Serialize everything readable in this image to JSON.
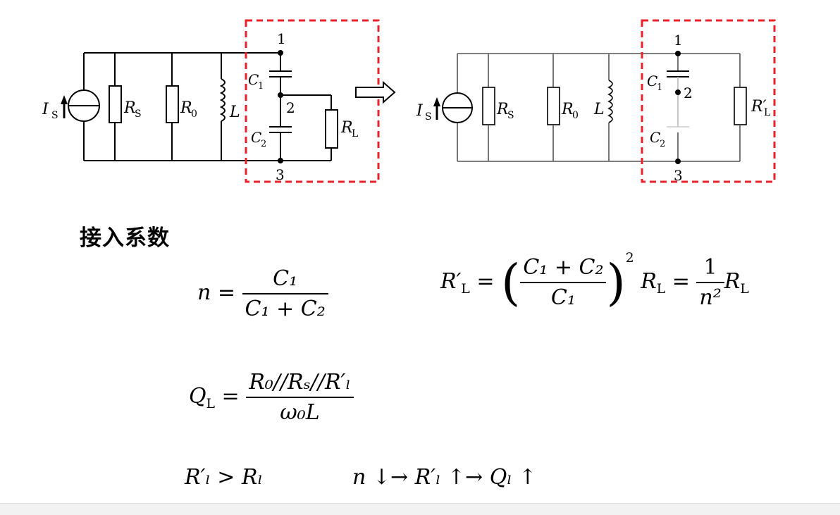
{
  "heading": "接入系数",
  "node_labels": {
    "n1": "1",
    "n2": "2",
    "n3": "3"
  },
  "left_circuit": {
    "source": "I",
    "source_sub": "S",
    "rs": "R",
    "rs_sub": "S",
    "r0": "R",
    "r0_sub": "0",
    "inductor": "L",
    "c1": "C",
    "c1_sub": "1",
    "c2": "C",
    "c2_sub": "2",
    "rl": "R",
    "rl_sub": "L"
  },
  "right_circuit": {
    "source": "I",
    "source_sub": "S",
    "rs": "R",
    "rs_sub": "S",
    "r0": "R",
    "r0_sub": "0",
    "inductor": "L",
    "c1": "C",
    "c1_sub": "1",
    "c2": "C",
    "c2_sub": "2",
    "rl": "R′",
    "rl_sub": "L"
  },
  "colors": {
    "dashed_box": "#e8212b",
    "wire": "#000000",
    "faint_wire": "#8a8a8a"
  },
  "formulas": {
    "n_lhs": "n =",
    "n_num": "C₁",
    "n_den": "C₁ + C₂",
    "rl_lhs": "R′ₗ =",
    "rl_lhs_main": "R′",
    "rl_lhs_sub": "L",
    "rl_eq1": "=",
    "rl_frac_num": "C₁ + C₂",
    "rl_frac_den": "C₁",
    "rl_exp": "2",
    "rl_mid": "R",
    "rl_mid_sub": "L",
    "rl_eq2": "=",
    "rl_frac2_num": "1",
    "rl_frac2_den": "n²",
    "rl_end": "R",
    "rl_end_sub": "L",
    "ql_lhs_main": "Q",
    "ql_lhs_sub": "L",
    "ql_eq": "=",
    "ql_num": "R₀//Rₛ//R′ₗ",
    "ql_den": "ω₀L",
    "ineq1": "R′ₗ > Rₗ",
    "ineq2": "n ↓→ R′ₗ ↑→ Qₗ ↑"
  }
}
